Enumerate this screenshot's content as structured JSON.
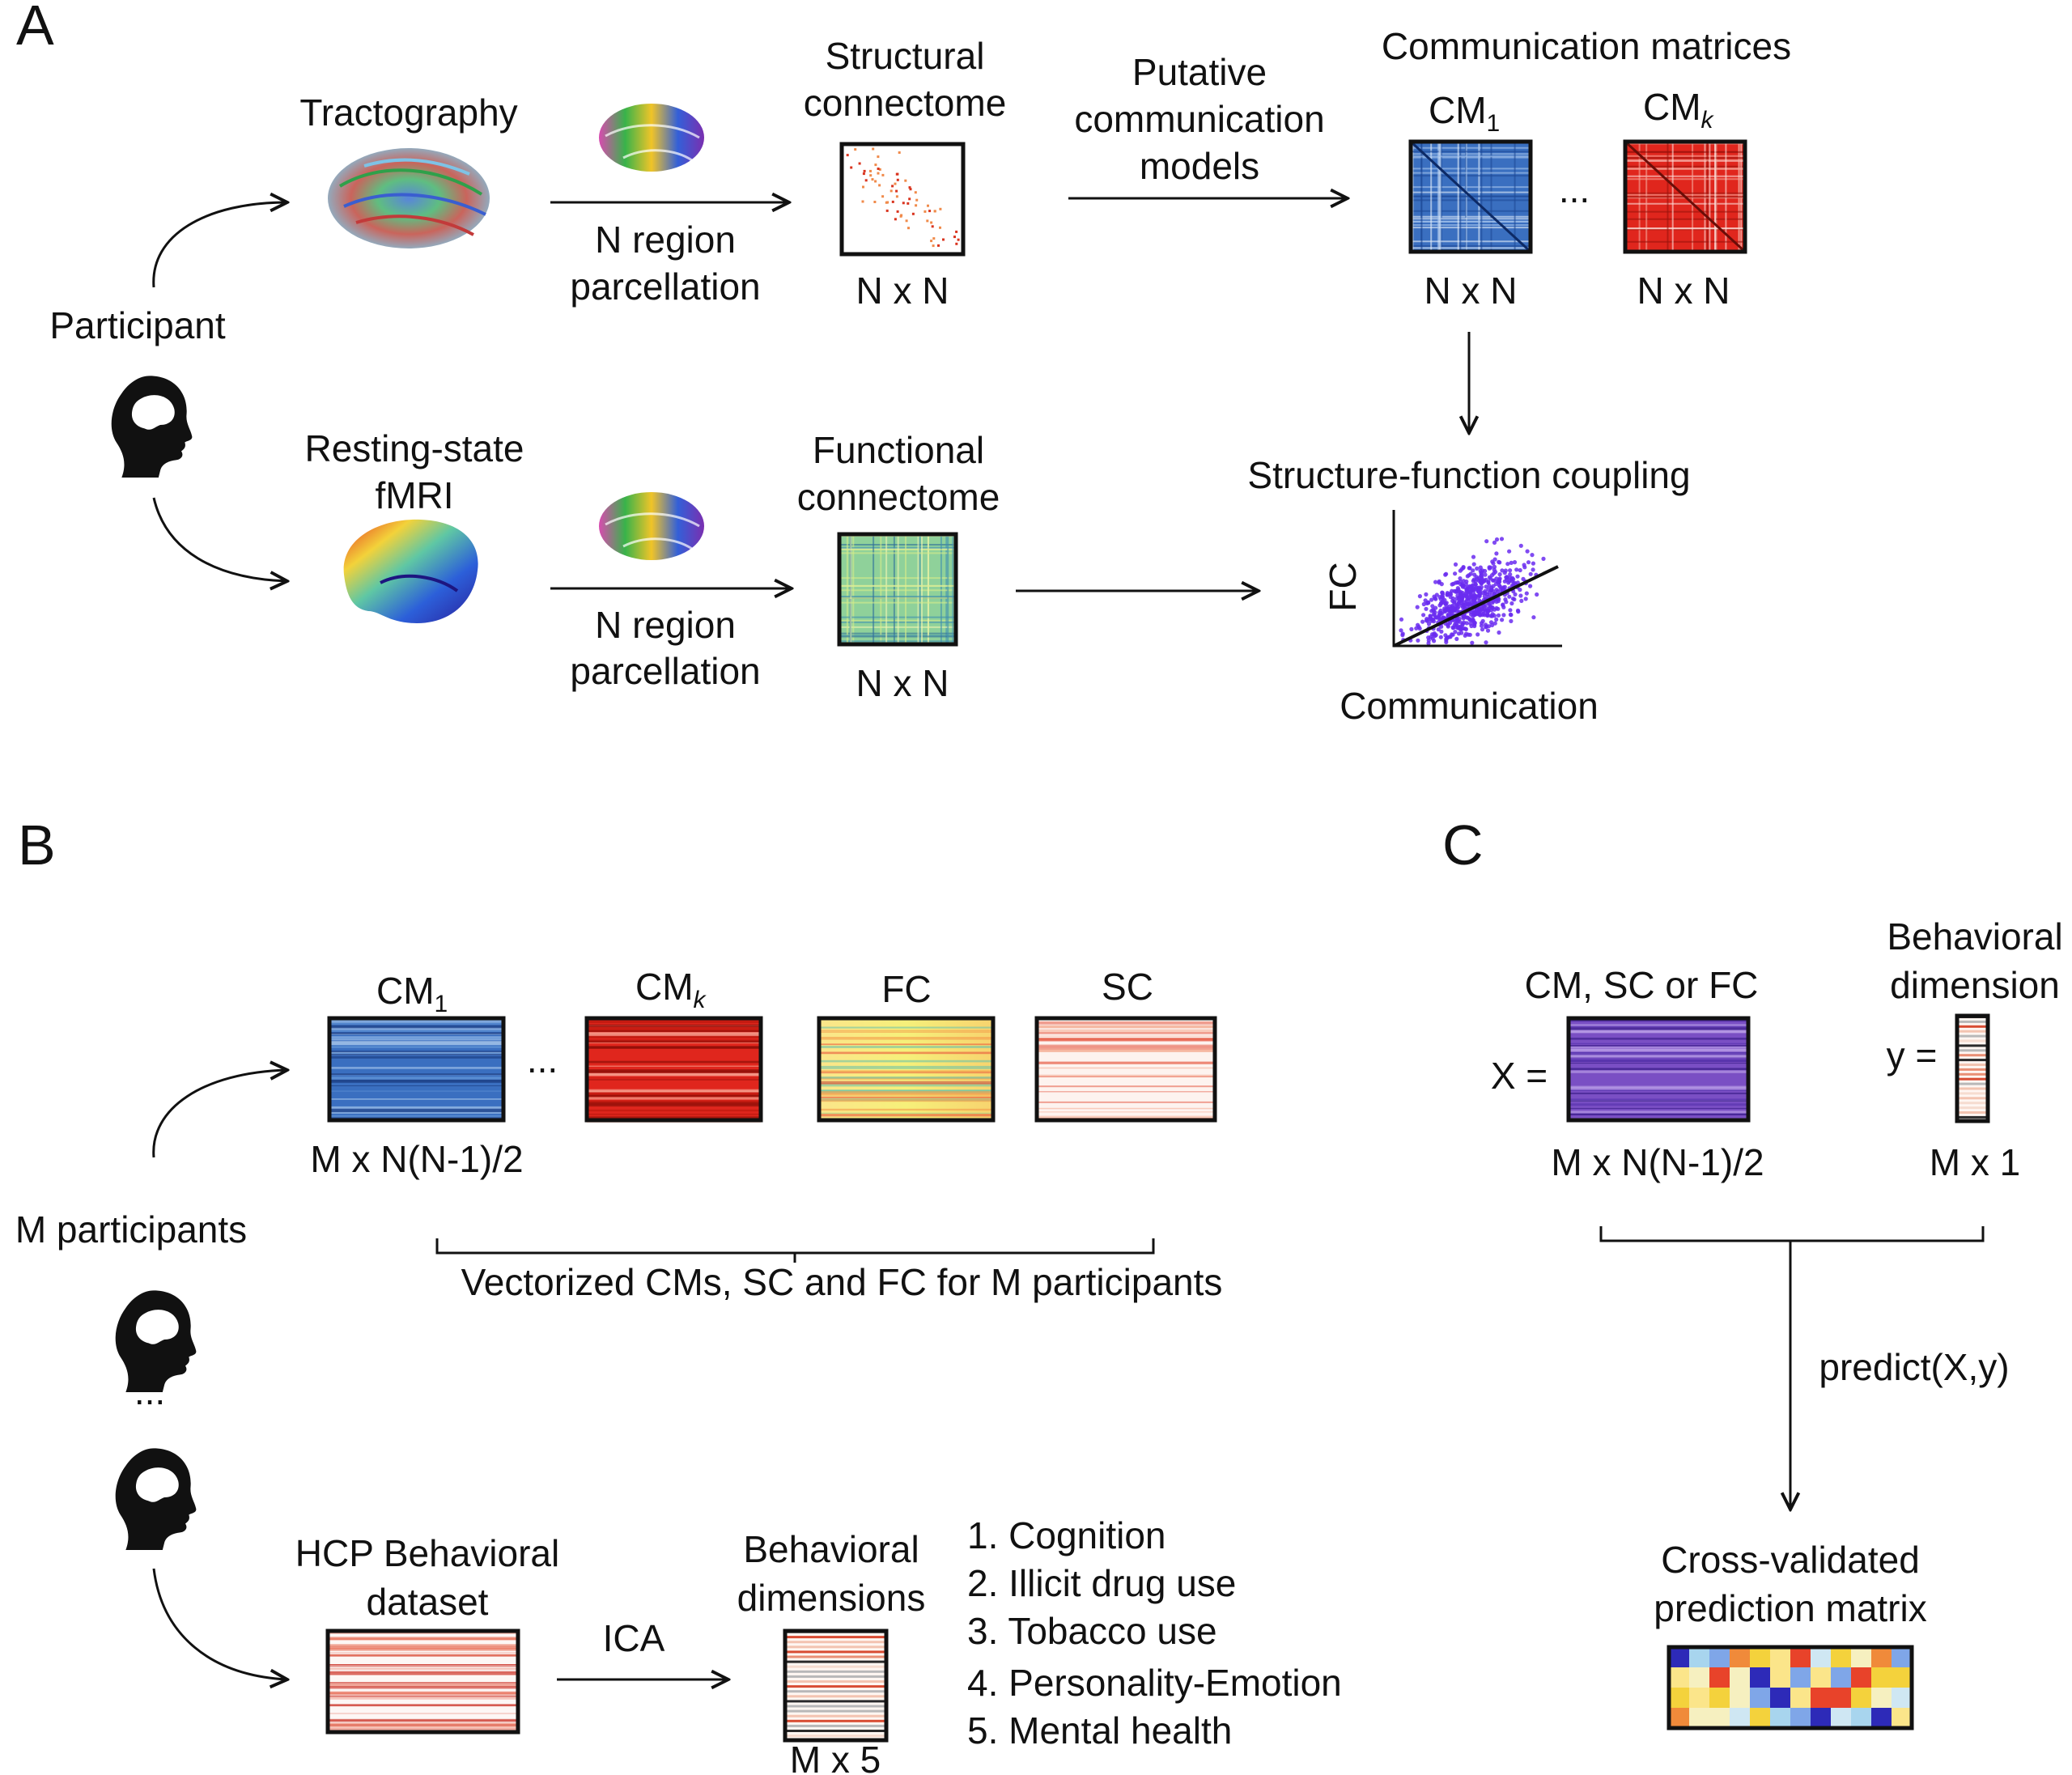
{
  "panels": {
    "a": "A",
    "b": "B",
    "c": "C"
  },
  "panel_a": {
    "participant": "Participant",
    "tractography": "Tractography",
    "parcellation_line1": "N region",
    "parcellation_line2": "parcellation",
    "sc_title_line1": "Structural",
    "sc_title_line2": "connectome",
    "nxn": "N x N",
    "models_line1": "Putative",
    "models_line2": "communication",
    "models_line3": "models",
    "comm_matrices": "Communication matrices",
    "cm_prefix": "CM",
    "cm1_sub": "1",
    "cmk_sub": "k",
    "ellipsis": "...",
    "rs_line1": "Resting-state",
    "rs_line2": "fMRI",
    "fc_title_line1": "Functional",
    "fc_title_line2": "connectome",
    "coupling": "Structure-function coupling",
    "fc_axis": "FC",
    "comm_axis": "Communication"
  },
  "panel_b": {
    "cm_prefix": "CM",
    "cm1_sub": "1",
    "cmk_sub": "k",
    "fc": "FC",
    "sc": "SC",
    "ellipsis": "...",
    "dims": "M x N(N-1)/2",
    "m_participants": "M participants",
    "vectorized": "Vectorized CMs, SC and FC for M participants",
    "hcp_line1": "HCP Behavioral",
    "hcp_line2": "dataset",
    "ica": "ICA",
    "bd_line1": "Behavioral",
    "bd_line2": "dimensions",
    "mx5": "M x 5",
    "dimension_list": [
      "1. Cognition",
      "2. Illicit drug use",
      "3. Tobacco use",
      "4. Personality-Emotion",
      "5. Mental health"
    ]
  },
  "panel_c": {
    "x_title": "CM, SC or FC",
    "x_eq": "X =",
    "x_dims": "M x N(N-1)/2",
    "y_title_line1": "Behavioral",
    "y_title_line2": "dimension",
    "y_eq": "y =",
    "y_dims": "M x 1",
    "predict": "predict(X,y)",
    "result_line1": "Cross-validated",
    "result_line2": "prediction matrix"
  },
  "colors": {
    "cm1_blue": "#3a6fc0",
    "cmk_red": "#e0261d",
    "fc_green": "#8fd19a",
    "scatter_purple": "#6a2cf0",
    "matrix_purple": "#7a4fc4"
  }
}
